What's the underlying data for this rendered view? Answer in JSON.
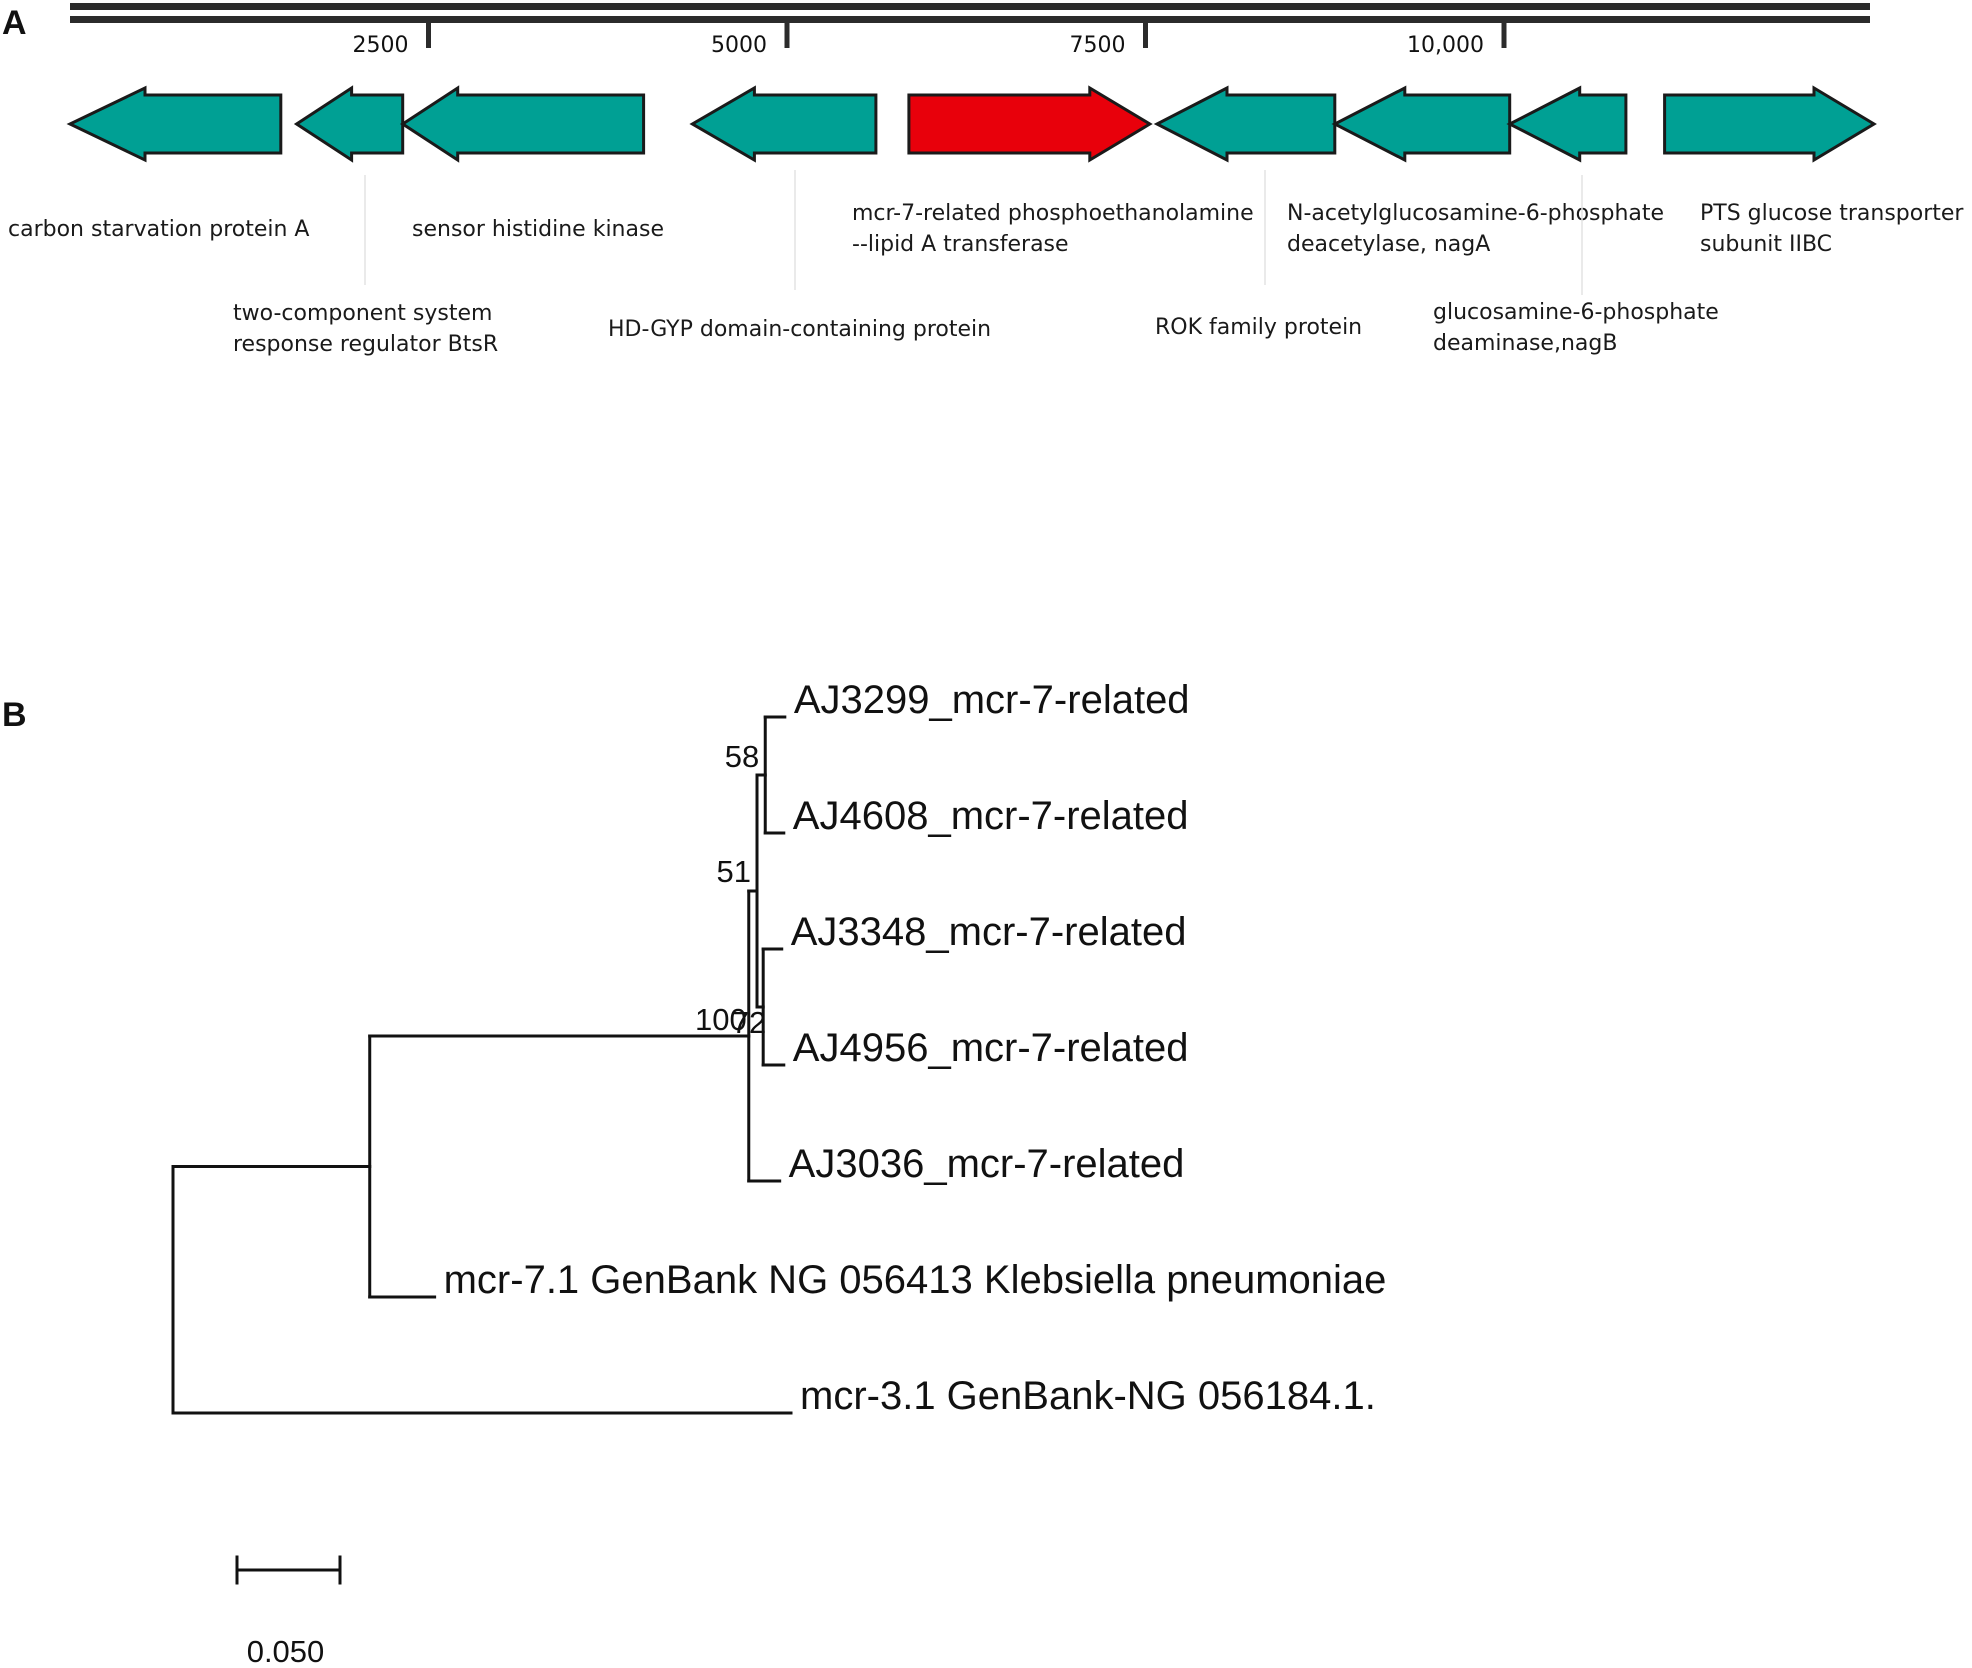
{
  "panels": {
    "a": "A",
    "b": "B"
  },
  "colors": {
    "gene_default": "#00a094",
    "gene_highlight": "#e8000b",
    "outline": "#1a1a1a"
  },
  "gene_map": {
    "ticks": [
      {
        "bp": 2500,
        "label": "2500"
      },
      {
        "bp": 5000,
        "label": "5000"
      },
      {
        "bp": 7500,
        "label": "7500"
      },
      {
        "bp": 10000,
        "label": "10,000"
      }
    ],
    "genes": [
      {
        "id": "g1",
        "start": 0,
        "end": 1470,
        "strand": "-",
        "highlight": false,
        "label_lines": [
          "carbon starvation protein A"
        ]
      },
      {
        "id": "g2",
        "start": 1580,
        "end": 2320,
        "strand": "-",
        "highlight": false,
        "label_lines": [
          "two-component system",
          "response regulator BtsR"
        ]
      },
      {
        "id": "g3",
        "start": 2320,
        "end": 4000,
        "strand": "-",
        "highlight": false,
        "label_lines": [
          "sensor histidine kinase"
        ]
      },
      {
        "id": "g4",
        "start": 4340,
        "end": 5620,
        "strand": "-",
        "highlight": false,
        "label_lines": [
          "HD-GYP domain-containing protein"
        ]
      },
      {
        "id": "g5",
        "start": 5850,
        "end": 7530,
        "strand": "+",
        "highlight": true,
        "label_lines": [
          "mcr-7-related phosphoethanolamine",
          "--lipid A transferase"
        ]
      },
      {
        "id": "g6",
        "start": 7580,
        "end": 8820,
        "strand": "-",
        "highlight": false,
        "label_lines": [
          "ROK family protein"
        ]
      },
      {
        "id": "g7",
        "start": 8820,
        "end": 10040,
        "strand": "-",
        "highlight": false,
        "label_lines": [
          "N-acetylglucosamine-6-phosphate",
          "deacetylase, nagA"
        ]
      },
      {
        "id": "g8",
        "start": 10040,
        "end": 10850,
        "strand": "-",
        "highlight": false,
        "label_lines": [
          "glucosamine-6-phosphate",
          " deaminase,nagB"
        ]
      },
      {
        "id": "g9",
        "start": 11120,
        "end": 12580,
        "strand": "+",
        "highlight": false,
        "label_lines": [
          "PTS glucose transporter",
          "subunit IIBC"
        ]
      }
    ]
  },
  "tree": {
    "leaves": [
      {
        "id": "AJ3299",
        "label": "AJ3299_mcr-7-related",
        "x": 0.594
      },
      {
        "id": "AJ4608",
        "label": "AJ4608_mcr-7-related",
        "x": 0.593
      },
      {
        "id": "AJ3348",
        "label": "AJ3348_mcr-7-related",
        "x": 0.591
      },
      {
        "id": "AJ4956",
        "label": "AJ4956_mcr-7-related",
        "x": 0.593
      },
      {
        "id": "AJ3036",
        "label": "AJ3036_mcr-7-related",
        "x": 0.589
      },
      {
        "id": "mcr71",
        "label": "mcr-7.1 GenBank NG 056413 Klebsiella pneumoniae",
        "x": 0.254
      },
      {
        "id": "mcr31",
        "label": "mcr-3.1 GenBank-NG 056184.1.",
        "x": 0.6
      }
    ],
    "internal": [
      {
        "id": "n1",
        "x": 0.575,
        "children": [
          "AJ3299",
          "AJ4608"
        ],
        "bootstrap": "58"
      },
      {
        "id": "n2",
        "x": 0.573,
        "children": [
          "AJ3348",
          "AJ4956"
        ],
        "bootstrap": "72"
      },
      {
        "id": "n3",
        "x": 0.567,
        "children": [
          "n1",
          "n2"
        ],
        "bootstrap": "51"
      },
      {
        "id": "n4",
        "x": 0.559,
        "children": [
          "n3",
          "AJ3036"
        ],
        "bootstrap": "100"
      },
      {
        "id": "n5",
        "x": 0.191,
        "children": [
          "n4",
          "mcr71"
        ],
        "bootstrap": ""
      },
      {
        "id": "root",
        "x": 0.0,
        "children": [
          "n5",
          "mcr31"
        ],
        "bootstrap": ""
      }
    ],
    "scale_bar": {
      "length": 0.05,
      "label": "0.050"
    }
  }
}
